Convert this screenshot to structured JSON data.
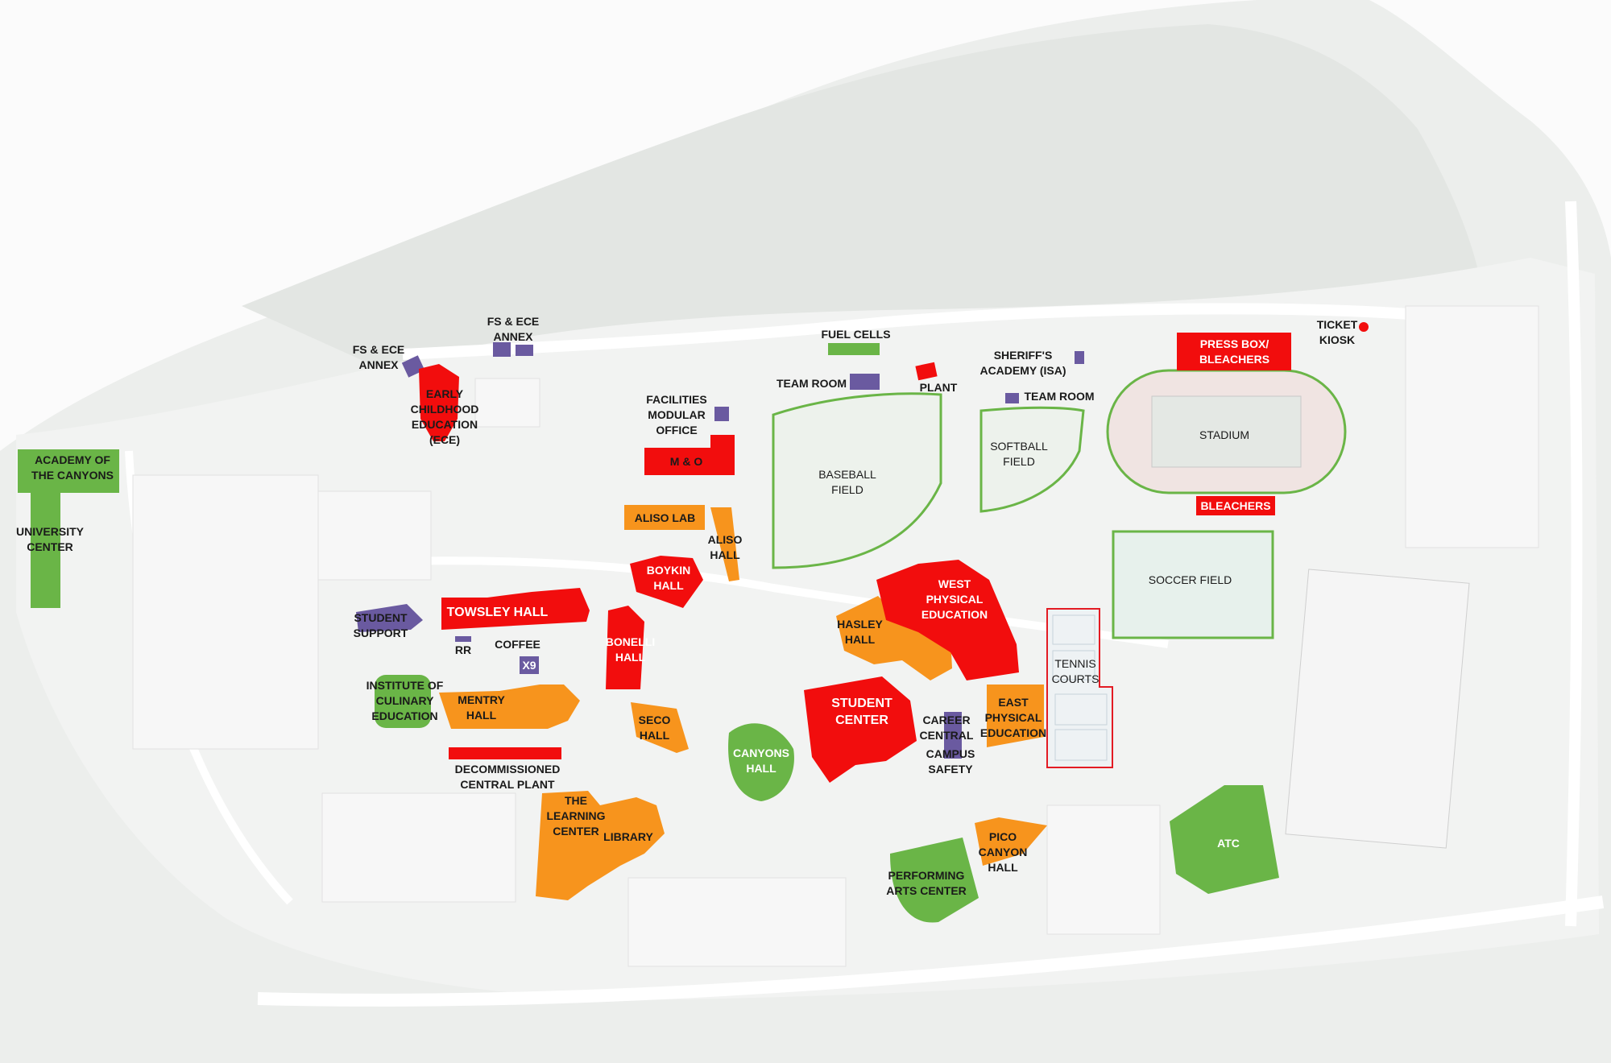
{
  "colors": {
    "red": "#f20d0d",
    "orange": "#f7941d",
    "green": "#6ab547",
    "purple": "#6a5aa0",
    "field_outline": "#6ab547",
    "tennis_outline": "#e31b23",
    "terrain": "#e9ebe9",
    "road": "#ffffff",
    "parking": "#f4f4f4"
  },
  "buildings": {
    "academy_of_the_canyons": "ACADEMY OF\nTHE CANYONS",
    "university_center": "UNIVERSITY\nCENTER",
    "fs_ece_annex_left": "FS & ECE\nANNEX",
    "fs_ece_annex_top": "FS & ECE\nANNEX",
    "early_childhood_education": "EARLY\nCHILDHOOD\nEDUCATION\n(ECE)",
    "facilities_modular_office": "FACILITIES\nMODULAR\nOFFICE",
    "m_and_o": "M & O",
    "fuel_cells": "FUEL CELLS",
    "team_room_baseball": "TEAM ROOM",
    "plant": "PLANT",
    "sheriffs_academy": "SHERIFF'S\nACADEMY (ISA)",
    "team_room_softball": "TEAM ROOM",
    "press_box_bleachers": "PRESS BOX/\nBLEACHERS",
    "ticket_kiosk": "TICKET\nKIOSK",
    "stadium": "STADIUM",
    "bleachers": "BLEACHERS",
    "baseball_field": "BASEBALL\nFIELD",
    "softball_field": "SOFTBALL\nFIELD",
    "soccer_field": "SOCCER FIELD",
    "aliso_lab": "ALISO LAB",
    "aliso_hall": "ALISO\nHALL",
    "boykin_hall": "BOYKIN\nHALL",
    "towsley_hall": "TOWSLEY HALL",
    "student_support": "STUDENT\nSUPPORT",
    "bonelli_hall": "BONELLI\nHALL",
    "rr": "RR",
    "coffee": "COFFEE",
    "x9": "X9",
    "institute_of_culinary_education": "INSTITUTE OF\nCULINARY\nEDUCATION",
    "mentry_hall": "MENTRY\nHALL",
    "seco_hall": "SECO\nHALL",
    "decommissioned_central_plant": "DECOMMISSIONED\nCENTRAL PLANT",
    "the_learning_center": "THE\nLEARNING\nCENTER",
    "library": "LIBRARY",
    "canyons_hall": "CANYONS\nHALL",
    "west_physical_education": "WEST\nPHYSICAL\nEDUCATION",
    "hasley_hall": "HASLEY\nHALL",
    "student_center": "STUDENT\nCENTER",
    "career_central": "CAREER\nCENTRAL",
    "campus_safety": "CAMPUS\nSAFETY",
    "east_physical_education": "EAST\nPHYSICAL\nEDUCATION",
    "tennis_courts": "TENNIS\nCOURTS",
    "pico_canyon_hall": "PICO\nCANYON\nHALL",
    "performing_arts_center": "PERFORMING\nARTS CENTER",
    "atc": "ATC"
  }
}
